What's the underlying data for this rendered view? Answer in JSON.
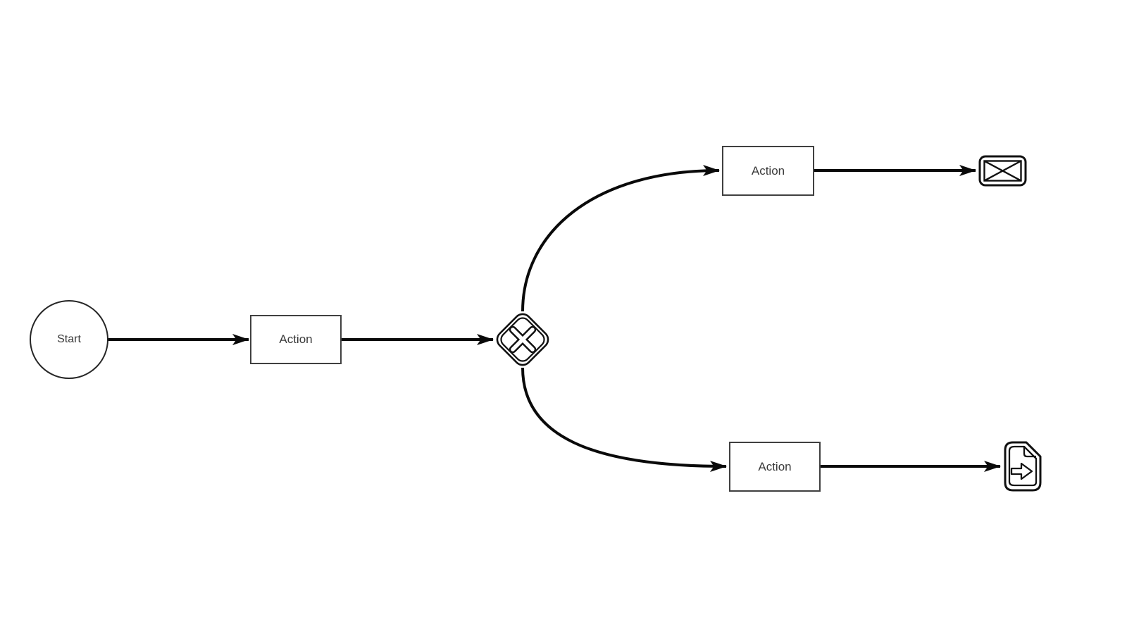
{
  "diagram": {
    "type": "flowchart",
    "colors": {
      "background": "#ffffff",
      "connector": "#0a0a0a",
      "shape_border": "#333333",
      "text": "#3a3a3a"
    },
    "nodes": [
      {
        "id": "start",
        "shape": "circle",
        "label": "Start"
      },
      {
        "id": "action-1",
        "shape": "rectangle",
        "label": "Action"
      },
      {
        "id": "gateway",
        "shape": "diamond",
        "icon": "x-cross-icon",
        "label": ""
      },
      {
        "id": "action-top",
        "shape": "rectangle",
        "label": "Action"
      },
      {
        "id": "action-bottom",
        "shape": "rectangle",
        "label": "Action"
      },
      {
        "id": "message-end",
        "shape": "icon",
        "icon": "envelope-icon",
        "label": ""
      },
      {
        "id": "document-end",
        "shape": "icon",
        "icon": "document-arrow-icon",
        "label": ""
      }
    ],
    "edges": [
      {
        "from": "start",
        "to": "action-1"
      },
      {
        "from": "action-1",
        "to": "gateway"
      },
      {
        "from": "gateway",
        "to": "action-top"
      },
      {
        "from": "gateway",
        "to": "action-bottom"
      },
      {
        "from": "action-top",
        "to": "message-end"
      },
      {
        "from": "action-bottom",
        "to": "document-end"
      }
    ]
  }
}
